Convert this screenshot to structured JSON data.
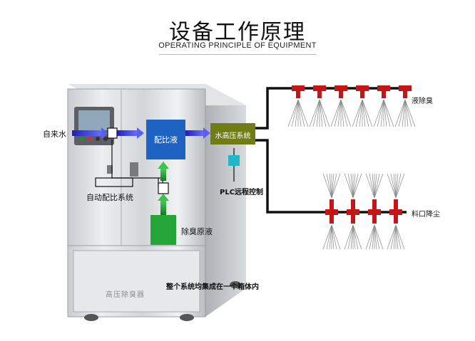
{
  "header": {
    "title": "设备工作原理",
    "subtitle": "OPERATING PRINCIPLE OF EQUIPMENT"
  },
  "diagram": {
    "tap_water": "自来水",
    "auto_ratio": "自动配比系统",
    "mixing": "配比液",
    "deodorant": "除臭原液",
    "high_pressure": "水高压系统",
    "plc": "PLC远程控制",
    "liquid_deodorize": "液除臭",
    "dust": "料口降尘",
    "integrated": "整个系统均集成在一个箱体内",
    "cabinet_plate": "高压除臭器"
  },
  "colors": {
    "blue_box": "#1e63c4",
    "green_box": "#25a437",
    "olive_box": "#6f7d14",
    "cyan_box": "#1fb7c9",
    "nozzle_red": "#c41616",
    "pipe": "#111111",
    "arrow_blue": "#3b3fe0",
    "arrow_green": "#1e9e2e"
  }
}
